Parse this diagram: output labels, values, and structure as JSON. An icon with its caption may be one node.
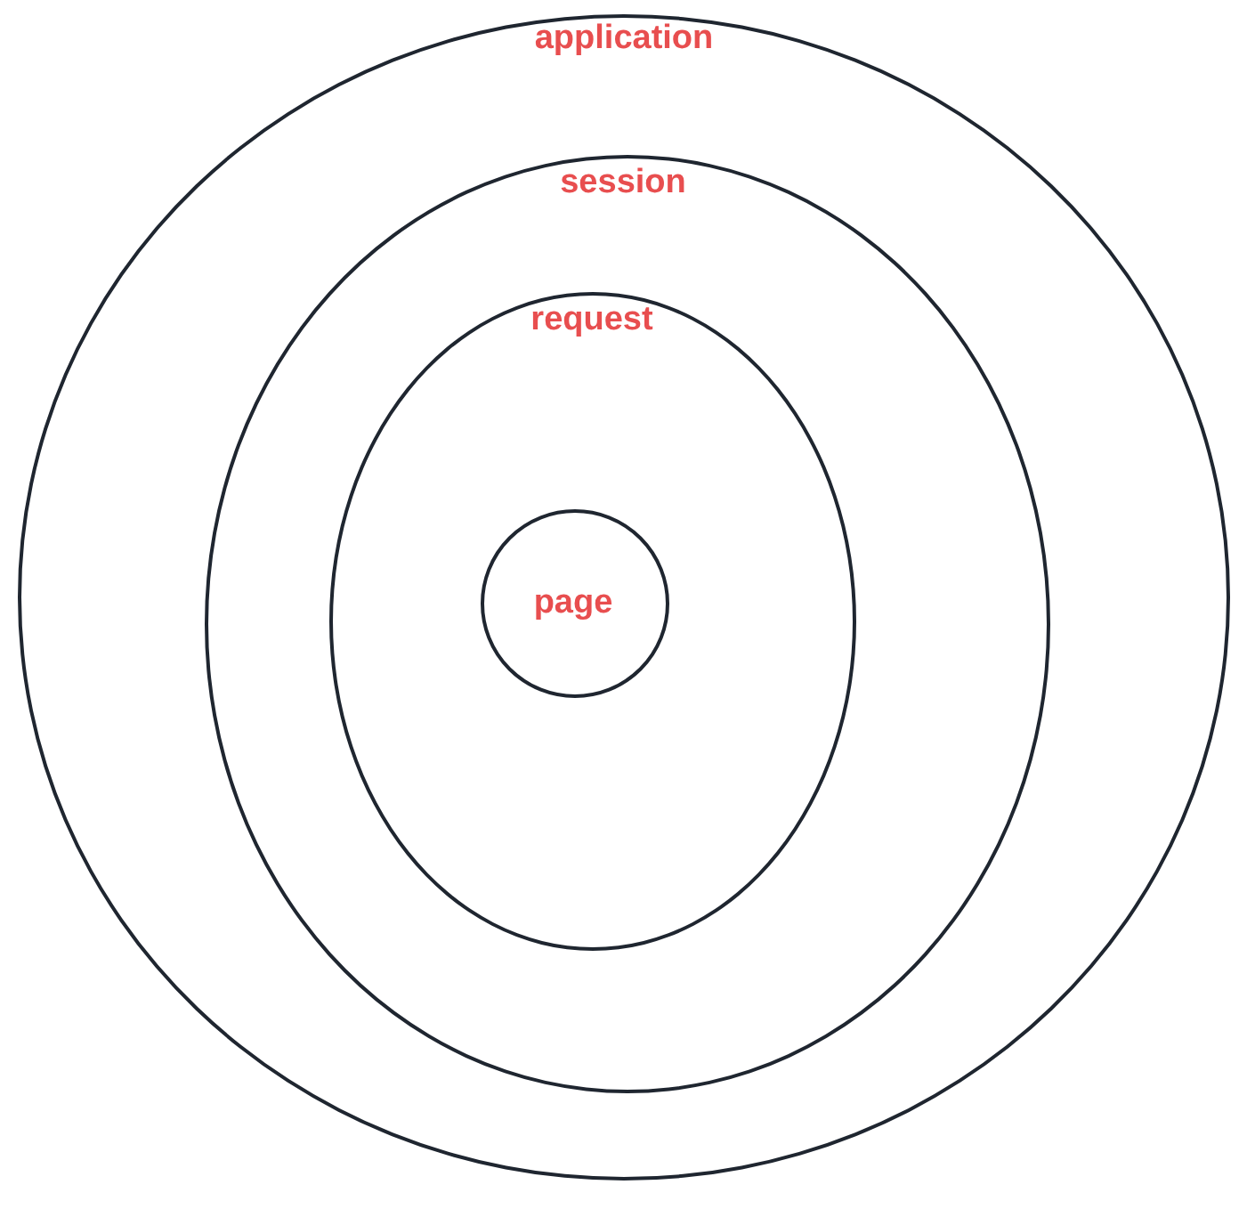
{
  "diagram": {
    "nodes": [
      {
        "text": [
          "application"
        ]
      },
      {
        "text": [
          "session"
        ],
        "in": 0
      },
      {
        "text": [
          "request"
        ],
        "in": 1
      },
      {
        "text": [
          "page"
        ],
        "in": 2
      }
    ]
  }
}
